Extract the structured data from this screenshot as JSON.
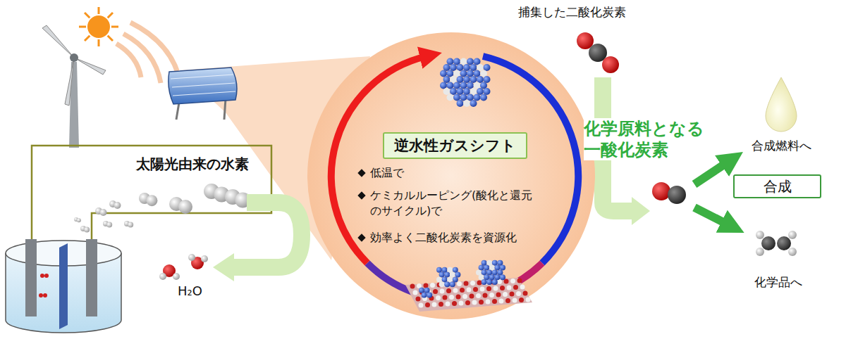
{
  "diagram": {
    "nodes": [
      {
        "text": [
          "低温で",
          "ケミカルルーピング(酸化と還元のサイクル)で",
          "効率よく二酸化炭素を資源化"
        ]
      },
      {
        "text": [
          "逆水性ガスシフト"
        ],
        "in": 0
      },
      {
        "text": [
          "合成"
        ]
      }
    ],
    "labels": [
      "捕集した二酸化炭素",
      "太陽光由来の水素",
      "化学原料となる 一酸化炭素",
      "合成燃料へ",
      "H₂O",
      "化学品へ"
    ]
  }
}
